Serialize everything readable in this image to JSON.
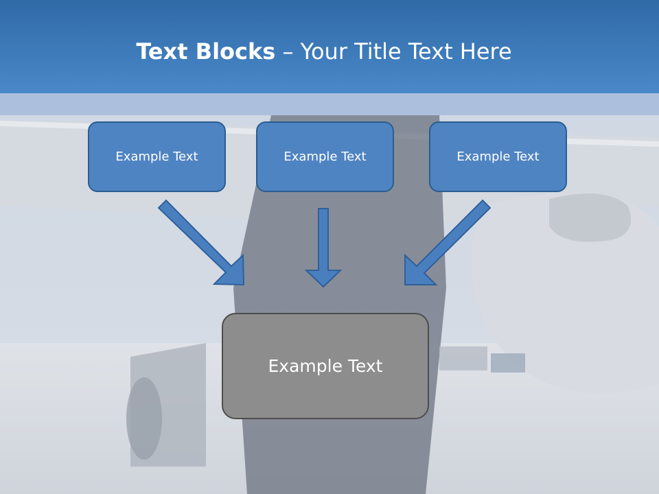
{
  "slide": {
    "title_bold": "Text Blocks",
    "title_rest": " – Your Title Text Here"
  },
  "blocks": [
    {
      "label": "Example Text"
    },
    {
      "label": "Example Text"
    },
    {
      "label": "Example Text"
    }
  ],
  "main_block": {
    "label": "Example Text"
  },
  "colors": {
    "title_bar": "#3a78b9",
    "block_fill": "#4f84c2",
    "block_border": "#2a5d90",
    "main_fill": "#8d8d8d",
    "main_border": "#4d4d4d"
  },
  "icons": [
    "down-right-arrow-icon",
    "down-arrow-icon",
    "down-left-arrow-icon"
  ]
}
